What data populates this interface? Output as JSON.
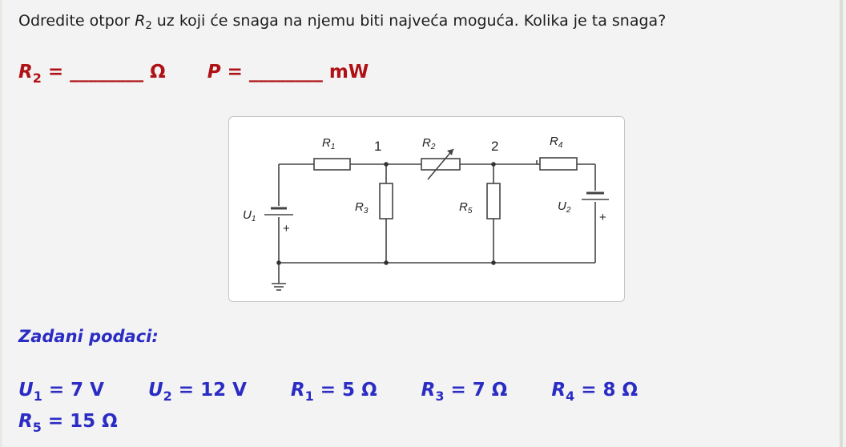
{
  "question": {
    "prefix": "Odredite otpor ",
    "symbol": "R",
    "symbol_sub": "2",
    "suffix": " uz koji će snaga na njemu biti najveća moguća. Kolika je ta snaga?"
  },
  "answers": [
    {
      "symbol": "R",
      "sub": "2",
      "eq": " = ",
      "blank": "________",
      "unit": " Ω"
    },
    {
      "symbol": "P",
      "sub": "",
      "eq": " = ",
      "blank": "________",
      "unit": " mW"
    }
  ],
  "circuit": {
    "labels": {
      "R1": "R",
      "R1_sub": "1",
      "R2": "R",
      "R2_sub": "2",
      "R3": "R",
      "R3_sub": "3",
      "R4": "R",
      "R4_sub": "4",
      "R5": "R",
      "R5_sub": "5",
      "U1": "U",
      "U1_sub": "1",
      "U2": "U",
      "U2_sub": "2",
      "node1": "1",
      "node2": "2",
      "plus1": "+",
      "plus2": "+"
    }
  },
  "given": {
    "title": "Zadani podaci:",
    "values": [
      {
        "symbol": "U",
        "sub": "1",
        "text": " = 7 V"
      },
      {
        "symbol": "U",
        "sub": "2",
        "text": " = 12 V"
      },
      {
        "symbol": "R",
        "sub": "1",
        "text": " = 5 Ω"
      },
      {
        "symbol": "R",
        "sub": "3",
        "text": " = 7 Ω"
      },
      {
        "symbol": "R",
        "sub": "4",
        "text": " = 8 Ω"
      },
      {
        "symbol": "R",
        "sub": "5",
        "text": " = 15 Ω"
      }
    ]
  },
  "colors": {
    "answer": "#b01116",
    "given": "#2a2cc4",
    "text": "#1d1d1d"
  }
}
